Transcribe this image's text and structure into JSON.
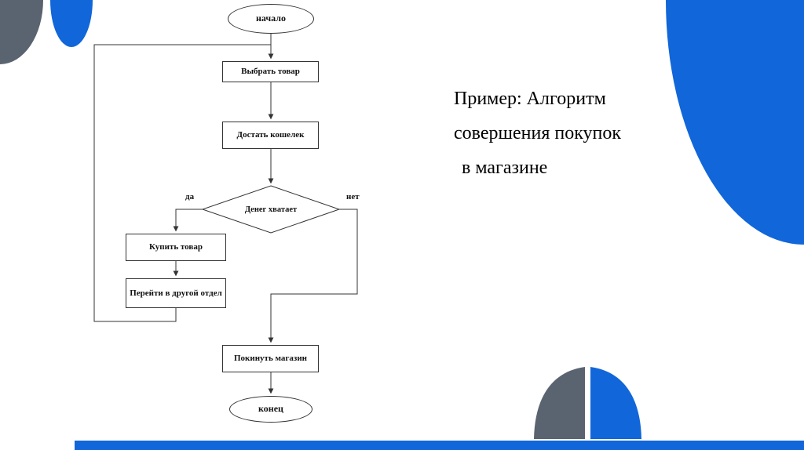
{
  "slide": {
    "title_lines": [
      "Пример: Алгоритм",
      "совершения покупок",
      "в магазине"
    ]
  },
  "flowchart": {
    "start": "начало",
    "step_select": "Выбрать товар",
    "step_wallet": "Достать кошелек",
    "decision": "Денег хватает",
    "label_yes": "да",
    "label_no": "нет",
    "step_buy": "Купить товар",
    "step_other_dept": "Перейти в другой отдел",
    "step_leave": "Покинуть магазин",
    "end": "конец"
  },
  "colors": {
    "accent_blue": "#1166d9",
    "accent_slate": "#5a6370",
    "line": "#333333",
    "node_fill": "#ffffff"
  }
}
